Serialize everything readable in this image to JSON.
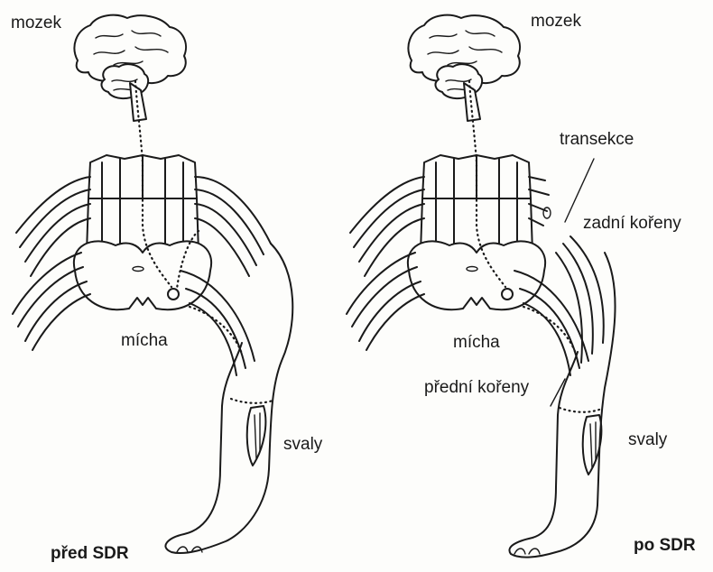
{
  "panels": [
    {
      "title": "před SDR",
      "brain": "mozek",
      "cord": "mícha",
      "muscles": "svaly"
    },
    {
      "title": "po SDR",
      "brain": "mozek",
      "cord": "mícha",
      "muscles": "svaly",
      "transection": "transekce",
      "dorsal_roots": "zadní kořeny",
      "ventral_roots": "přední kořeny"
    }
  ],
  "icons": [
    "brain",
    "spinal-cord-cross-section",
    "nerve-roots",
    "leg",
    "muscle"
  ]
}
